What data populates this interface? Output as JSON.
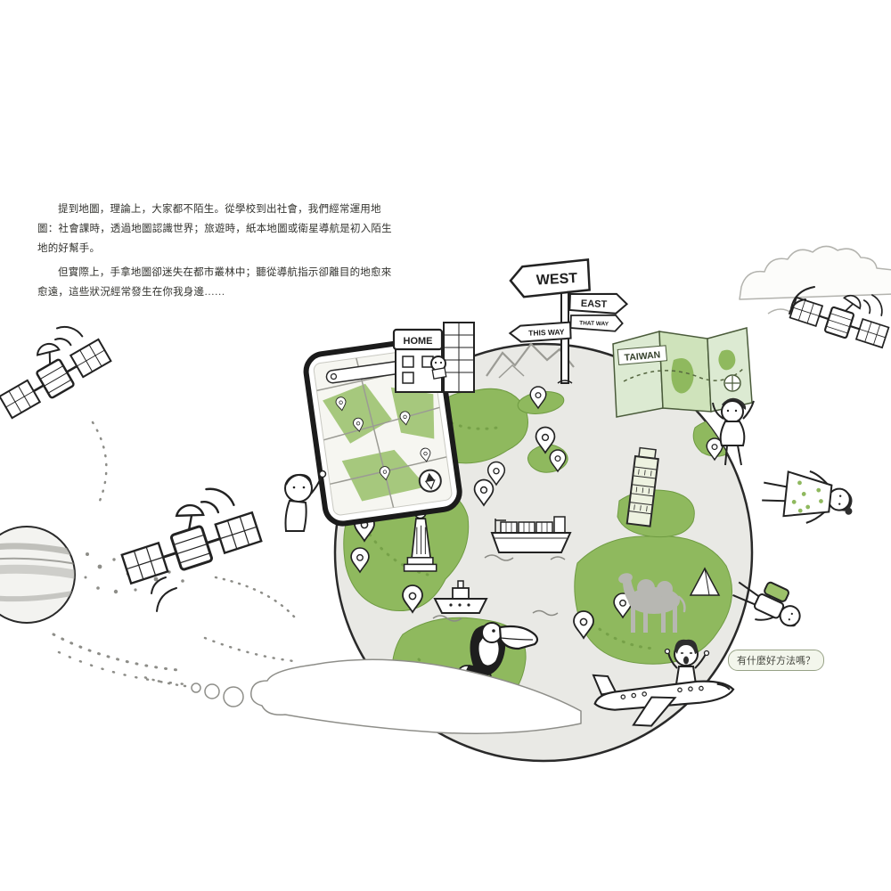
{
  "intro": {
    "p1": "提到地圖，理論上，大家都不陌生。從學校到出社會，我們經常運用地圖：社會課時，透過地圖認識世界；旅遊時，紙本地圖或衛星導航是初入陌生地的好幫手。",
    "p2": "但實際上，手拿地圖卻迷失在都市叢林中；聽從導航指示卻離目的地愈來愈遠，這些狀況經常發生在你我身邊……"
  },
  "illustration": {
    "signpost": {
      "west": "WEST",
      "east": "EAST",
      "that_way": "THAT WAY",
      "this_way": "THIS WAY"
    },
    "taiwan_map_label": "TAIWAN",
    "home_sign_label": "HOME",
    "speech_bubble": "有什麼好方法嗎？"
  },
  "colors": {
    "continent_green": "#8fb95e",
    "patch_green": "#a6c87d",
    "backpack_green": "#9cc16a",
    "globe_gray": "#e9e9e5",
    "ink": "#222222",
    "sketch_gray": "#9b9b95",
    "camel_gray": "#b7b7b2",
    "text_color": "#33332f",
    "bubble_bg": "#f3f6ec"
  }
}
